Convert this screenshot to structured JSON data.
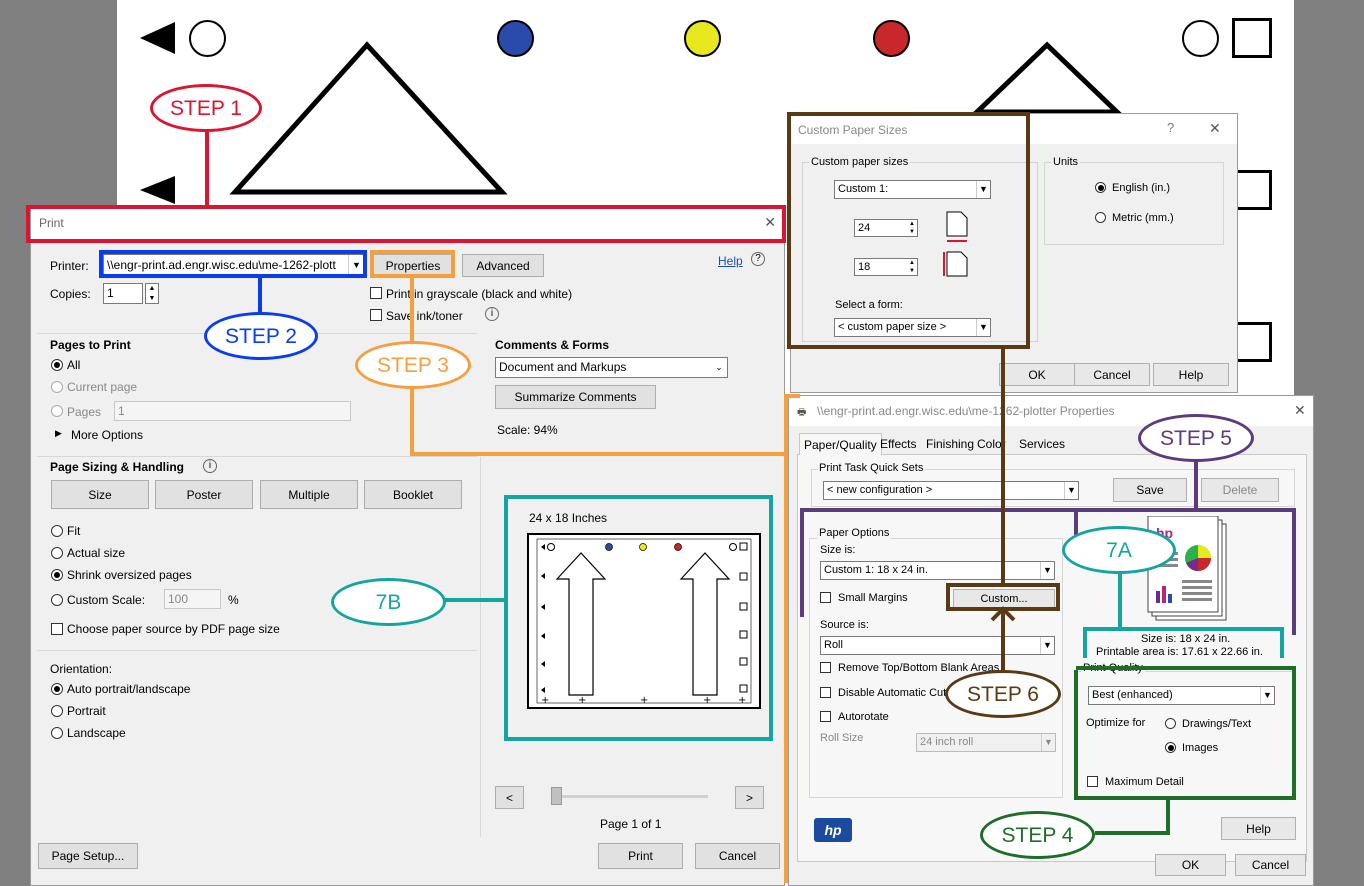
{
  "print_dialog": {
    "title": "Print",
    "close_glyph": "✕",
    "printer_label": "Printer:",
    "printer_value": "\\\\engr-print.ad.engr.wisc.edu\\me-1262-plott",
    "properties_label": "Properties",
    "advanced_label": "Advanced",
    "help_label": "Help",
    "copies_label": "Copies:",
    "copies_value": "1",
    "grayscale_label": "Print in grayscale (black and white)",
    "save_ink_label": "Save ink/toner",
    "pages_to_print_label": "Pages to Print",
    "all_label": "All",
    "current_page_label": "Current page",
    "pages_label": "Pages",
    "pages_value": "1",
    "more_options_label": "More Options",
    "comments_forms_label": "Comments & Forms",
    "comments_value": "Document and Markups",
    "summarize_label": "Summarize Comments",
    "scale_text": "Scale:  94%",
    "page_sizing_label": "Page Sizing & Handling",
    "tabs": [
      "Size",
      "Poster",
      "Multiple",
      "Booklet"
    ],
    "fit_label": "Fit",
    "actual_size_label": "Actual size",
    "shrink_label": "Shrink oversized pages",
    "custom_scale_label": "Custom Scale:",
    "custom_scale_value": "100",
    "percent_sign": "%",
    "choose_paper_label": "Choose paper source by PDF page size",
    "orientation_label": "Orientation:",
    "auto_label": "Auto portrait/landscape",
    "portrait_label": "Portrait",
    "landscape_label": "Landscape",
    "preview_size_label": "24 x 18 Inches",
    "page_indicator": "Page 1 of 1",
    "prev_glyph": "<",
    "next_glyph": ">",
    "page_setup_label": "Page Setup...",
    "print_label": "Print",
    "cancel_label": "Cancel"
  },
  "custom_paper": {
    "title": "Custom Paper Sizes",
    "help_glyph": "?",
    "close_glyph": "✕",
    "sizes_group_label": "Custom paper sizes",
    "size_select": "Custom 1:",
    "width_value": "24",
    "height_value": "18",
    "select_form_label": "Select a form:",
    "form_select": "< custom paper size >",
    "units_label": "Units",
    "english_label": "English (in.)",
    "metric_label": "Metric (mm.)",
    "ok_label": "OK",
    "cancel_label": "Cancel",
    "help_label": "Help"
  },
  "properties_dialog": {
    "title": "\\\\engr-print.ad.engr.wisc.edu\\me-1262-plotter Properties",
    "close_glyph": "✕",
    "tabs": [
      "Paper/Quality",
      "Effects",
      "Finishing",
      "Color",
      "Services"
    ],
    "quick_sets_label": "Print Task Quick Sets",
    "quick_sets_value": "< new configuration >",
    "save_label": "Save",
    "delete_label": "Delete",
    "paper_options_label": "Paper Options",
    "size_is_label": "Size is:",
    "size_value": "Custom 1:  18  x  24 in.",
    "small_margins_label": "Small Margins",
    "custom_button_label": "Custom...",
    "source_is_label": "Source is:",
    "source_value": "Roll",
    "remove_blank_label": "Remove Top/Bottom Blank Areas",
    "disable_cutter_label": "Disable Automatic Cutter",
    "autorotate_label": "Autorotate",
    "roll_size_label": "Roll Size",
    "roll_size_value": "24 inch roll",
    "size_info": "Size is:  18  x  24 in.",
    "printable_info": "Printable area is:  17.61  x  22.66 in.",
    "print_quality_label": "Print Quality",
    "quality_value": "Best (enhanced)",
    "optimize_label": "Optimize for",
    "drawings_label": "Drawings/Text",
    "images_label": "Images",
    "max_detail_label": "Maximum Detail",
    "logo_text": "hp",
    "help_label": "Help",
    "ok_label": "OK",
    "cancel_label": "Cancel"
  },
  "annotations": {
    "step1": "STEP 1",
    "step2": "STEP 2",
    "step3": "STEP 3",
    "step4": "STEP 4",
    "step5": "STEP 5",
    "step6": "STEP 6",
    "step7a": "7A",
    "step7b": "7B"
  },
  "colors": {
    "step1": "#dc1431",
    "step2": "#0a3cf0",
    "step3": "#f5a040",
    "step4": "#1e6e28",
    "step5": "#5c3a7e",
    "step6": "#5a3a14",
    "step7": "#14a5a0",
    "dot_blue": "#2a4bab",
    "dot_yellow": "#e8e81e",
    "dot_red": "#c8282c"
  }
}
